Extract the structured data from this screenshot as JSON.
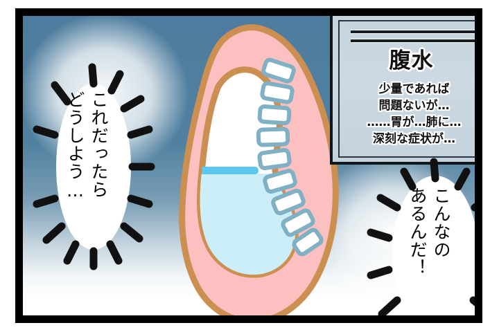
{
  "panel": {
    "name": "manga-panel",
    "background_top_color": "#4e7c9e",
    "background_bottom_color": "#ffffff",
    "border_color": "#000000"
  },
  "anatomy": {
    "name": "abdominal-cross-section-illustration",
    "body_fill_color": "#fbc0bf",
    "body_outline_color": "#cb8f52",
    "organ_fill_color": "#ffffff",
    "fluid_fill_color": "#cceef9",
    "fluid_marker_color": "#5bc8f0",
    "vertebra_fill_color": "#ffffff",
    "vertebra_outline_color": "#7fb0c4",
    "vertebra_count": 9
  },
  "inset": {
    "name": "ascites-info-inset",
    "title": "腹水",
    "body_lines": [
      "少量であれば",
      "問題ないが…",
      "……胃が…肺に…",
      "深刻な症状が…"
    ],
    "rule_count": 2,
    "background_color": "#c8d6e0",
    "frame_color": "#2a3640"
  },
  "balloons": {
    "left": {
      "name": "shout-balloon-left",
      "lines": [
        "これだったら",
        "どうしよう…"
      ],
      "spike_count": 14,
      "fill_color": "#ffffff",
      "spike_color": "#111111"
    },
    "right": {
      "name": "shout-balloon-right",
      "lines": [
        "こんなの",
        "あるんだ！"
      ],
      "spike_count": 15,
      "fill_color": "#ffffff",
      "spike_color": "#111111"
    }
  }
}
